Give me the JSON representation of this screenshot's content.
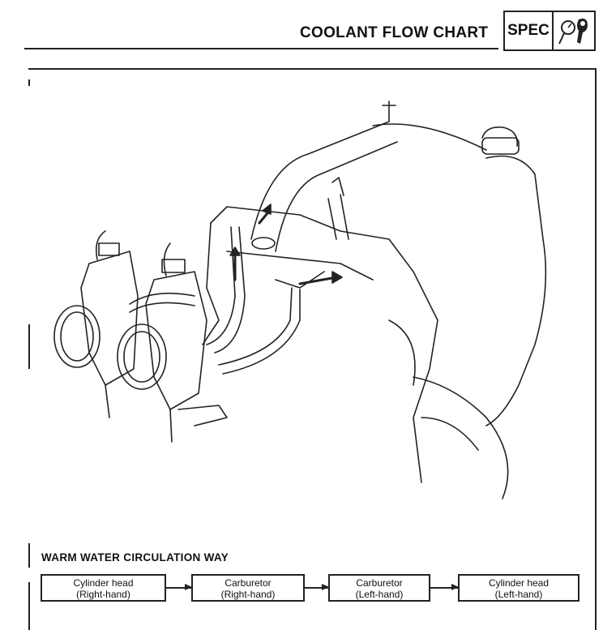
{
  "header": {
    "title": "COOLANT FLOW CHART",
    "badge": "SPEC",
    "badge_icon": "gauge-wrench-icon"
  },
  "section": {
    "heading": "WARM WATER CIRCULATION WAY"
  },
  "flow": [
    {
      "line1": "Cylinder head",
      "line2": "(Right-hand)"
    },
    {
      "line1": "Carburetor",
      "line2": "(Right-hand)"
    },
    {
      "line1": "Carburetor",
      "line2": "(Left-hand)"
    },
    {
      "line1": "Cylinder head",
      "line2": "(Left-hand)"
    }
  ]
}
